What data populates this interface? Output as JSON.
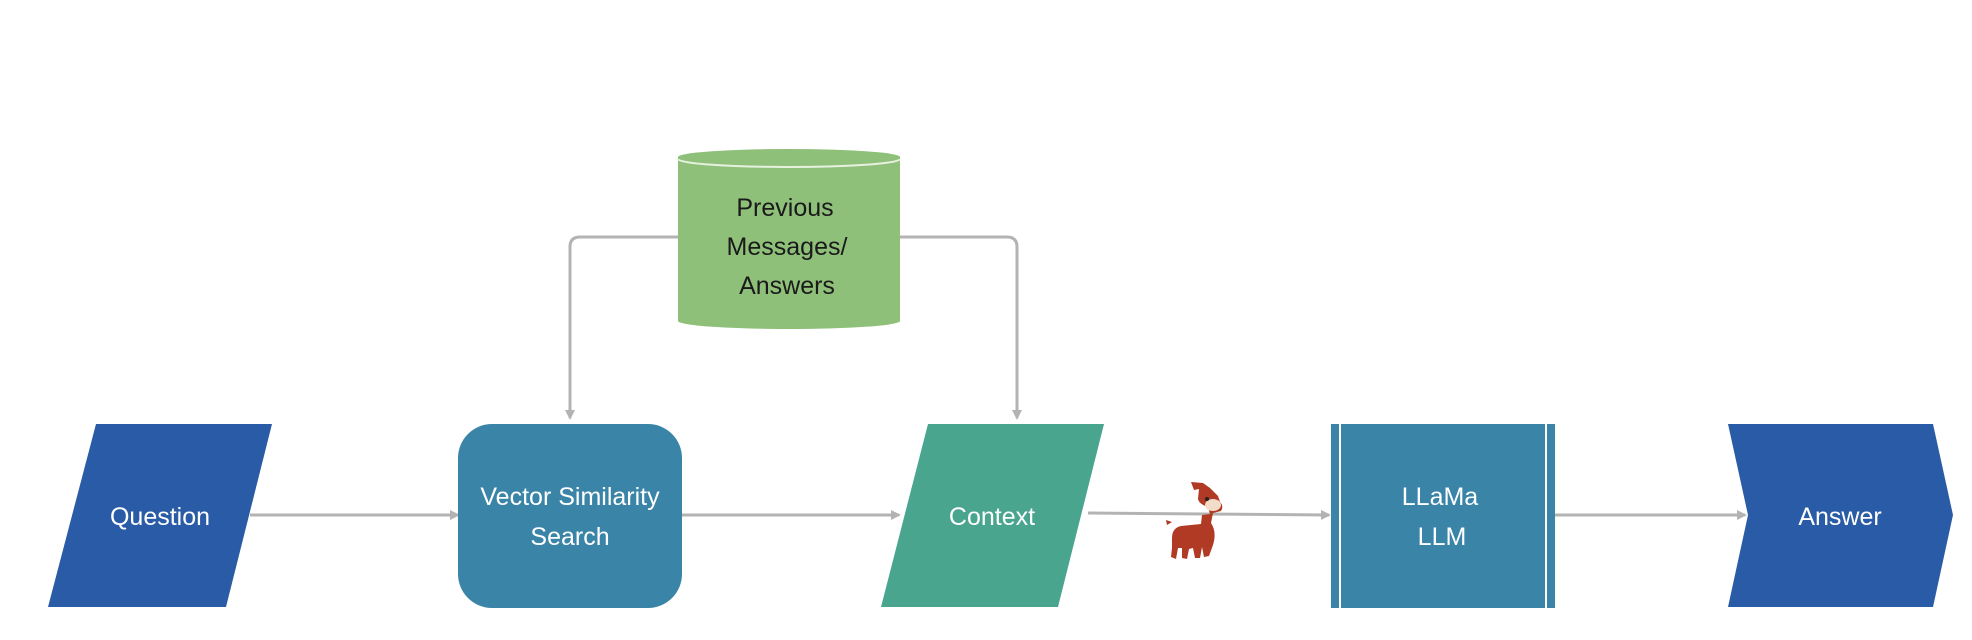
{
  "nodes": {
    "question": {
      "line1": "Question"
    },
    "vector_search": {
      "line1": "Vector Similarity",
      "line2": "Search"
    },
    "previous": {
      "line1": "Previous",
      "line2": "Messages/",
      "line3": "Answers"
    },
    "context": {
      "line1": "Context"
    },
    "llm": {
      "line1": "LLaMa",
      "line2": "LLM"
    },
    "answer": {
      "line1": "Answer"
    }
  },
  "icons": {
    "llama": "llama-mascot-icon"
  },
  "colors": {
    "io_blue": "#2a5ba6",
    "process_teal": "#3a84a8",
    "context_green": "#4aa58f",
    "db_green": "#8fc07a",
    "arrow_gray": "#b3b3b3",
    "llama_red": "#b03a24"
  }
}
